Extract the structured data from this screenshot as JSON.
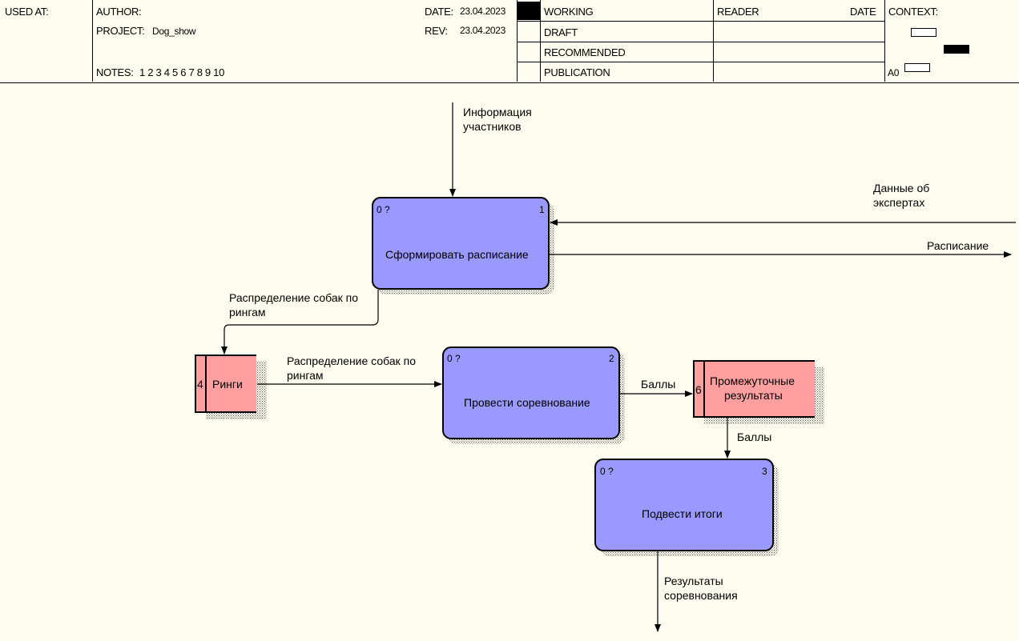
{
  "header": {
    "used_at_label": "USED AT:",
    "author_label": "AUTHOR:",
    "project_label": "PROJECT:",
    "project_value": "Dog_show",
    "notes_label": "NOTES:",
    "notes_values": "1 2 3 4 5 6 7 8 9 10",
    "date_label": "DATE:",
    "date_value": "23.04.2023",
    "rev_label": "REV:",
    "rev_value": "23.04.2023",
    "status": [
      "WORKING",
      "DRAFT",
      "RECOMMENDED",
      "PUBLICATION"
    ],
    "reader_label": "READER",
    "reader_date_label": "DATE",
    "context_label": "CONTEXT:",
    "node_label": "A0"
  },
  "diagram": {
    "activities": [
      {
        "id": "1",
        "title": "Сформировать расписание",
        "corner": "0 ?"
      },
      {
        "id": "2",
        "title": "Провести соревнование",
        "corner": "0 ?"
      },
      {
        "id": "3",
        "title": "Подвести итоги",
        "corner": "0 ?"
      }
    ],
    "stores": [
      {
        "id": "4",
        "title": "Ринги"
      },
      {
        "id": "6",
        "title_line1": "Промежуточные",
        "title_line2": "результаты"
      }
    ],
    "arrows": {
      "info_line1": "Информация",
      "info_line2": "участников",
      "experts_line1": "Данные об",
      "experts_line2": "экспертах",
      "schedule": "Расписание",
      "dist1_line1": "Распределение собак по",
      "dist1_line2": "рингам",
      "dist2_line1": "Распределение собак по",
      "dist2_line2": "рингам",
      "scores1": "Баллы",
      "scores2": "Баллы",
      "results_line1": "Результаты",
      "results_line2": "соревнования"
    }
  },
  "colors": {
    "activity_fill": "#9999ff",
    "store_fill": "#ff9f9f",
    "background": "#fffcf0"
  }
}
